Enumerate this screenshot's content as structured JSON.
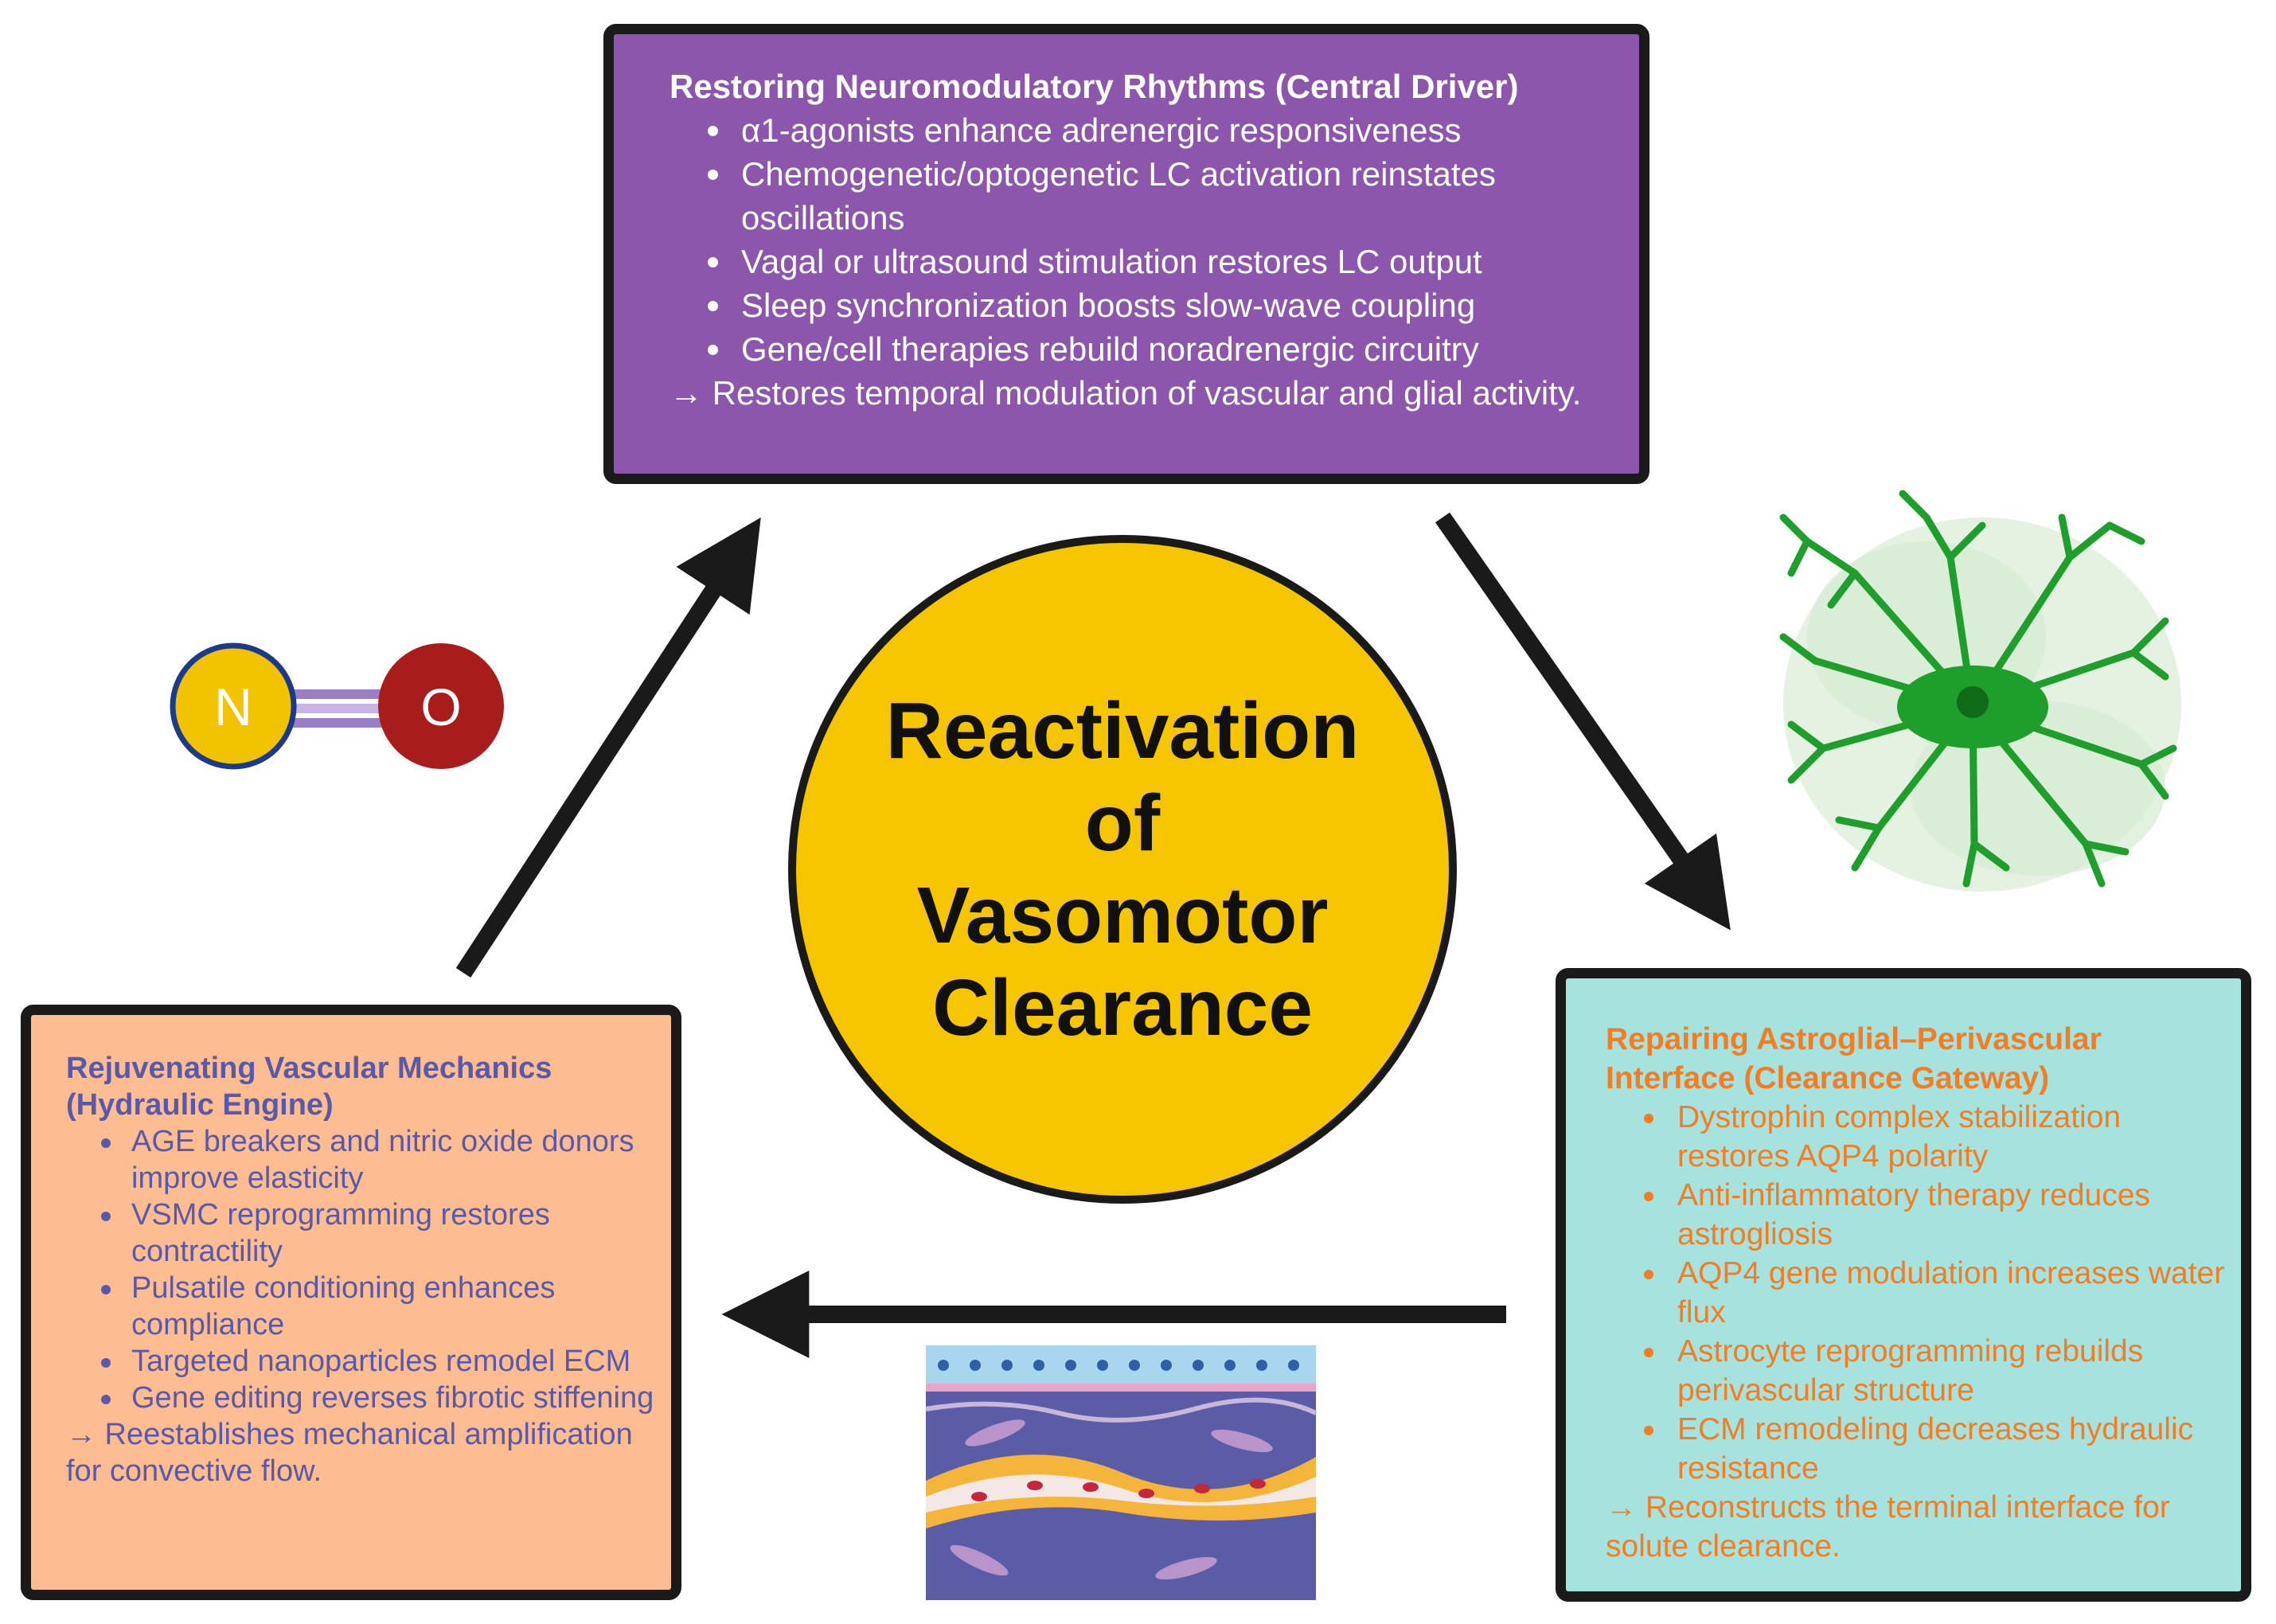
{
  "center": {
    "title": "Reactivation\nof\nVasomotor\nClearance"
  },
  "top_box": {
    "title": "Restoring Neuromodulatory Rhythms (Central Driver)",
    "items": [
      "α1-agonists enhance adrenergic responsiveness",
      "Chemogenetic/optogenetic LC activation reinstates oscillations",
      "Vagal or ultrasound stimulation restores LC output",
      "Sleep synchronization boosts slow-wave coupling",
      "Gene/cell therapies rebuild noradrenergic circuitry"
    ],
    "summary": "→ Restores temporal modulation of vascular and glial activity."
  },
  "left_box": {
    "title": "Rejuvenating Vascular Mechanics (Hydraulic Engine)",
    "items": [
      "AGE breakers and nitric oxide donors improve elasticity",
      "VSMC reprogramming restores contractility",
      "Pulsatile conditioning enhances compliance",
      "Targeted nanoparticles remodel ECM",
      "Gene editing reverses fibrotic stiffening"
    ],
    "summary": "→ Reestablishes mechanical amplification for convective flow."
  },
  "right_box": {
    "title": "Repairing Astroglial–Perivascular Interface (Clearance Gateway)",
    "items": [
      "Dystrophin complex stabilization restores AQP4 polarity",
      "Anti-inflammatory therapy reduces astrogliosis",
      "AQP4 gene modulation increases water flux",
      "Astrocyte reprogramming rebuilds perivascular structure",
      "ECM remodeling decreases hydraulic resistance"
    ],
    "summary": "→ Reconstructs the terminal interface for solute clearance."
  },
  "molecule": {
    "atom_left": "N",
    "atom_right": "O"
  },
  "colors": {
    "purple_box": "#8b56ab",
    "orange_box": "#fdbd91",
    "teal_box": "#a7e3de",
    "center_circle": "#f5c500",
    "left_text": "#5a58a8",
    "right_text": "#f47c22",
    "nitrogen": "#f2c300",
    "oxygen": "#a81c1c",
    "astrocyte": "#1e9e2a"
  },
  "icons": [
    "nitric-oxide-molecule-icon",
    "astrocyte-icon",
    "vessel-wall-icon",
    "arrow-icon"
  ]
}
